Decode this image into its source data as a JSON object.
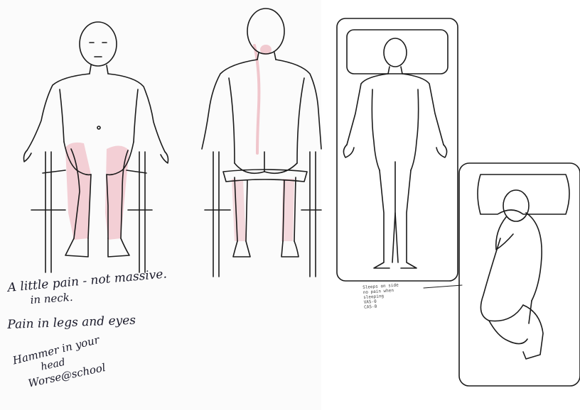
{
  "annotations": {
    "line1": "A little pain - not massive.",
    "line2": "in neck.",
    "line3": "Pain in legs and eyes",
    "line4": "Hammer in your",
    "line5": "head",
    "line6": "Worse@school"
  },
  "sleep_note": "Sleeps on side\nno pain when\nsleeping\nVAS-0\nCAS-0",
  "colors": {
    "pain_marking": "#e89aa6",
    "line_art": "#1b1b1b",
    "ink": "#1a1a2a"
  }
}
